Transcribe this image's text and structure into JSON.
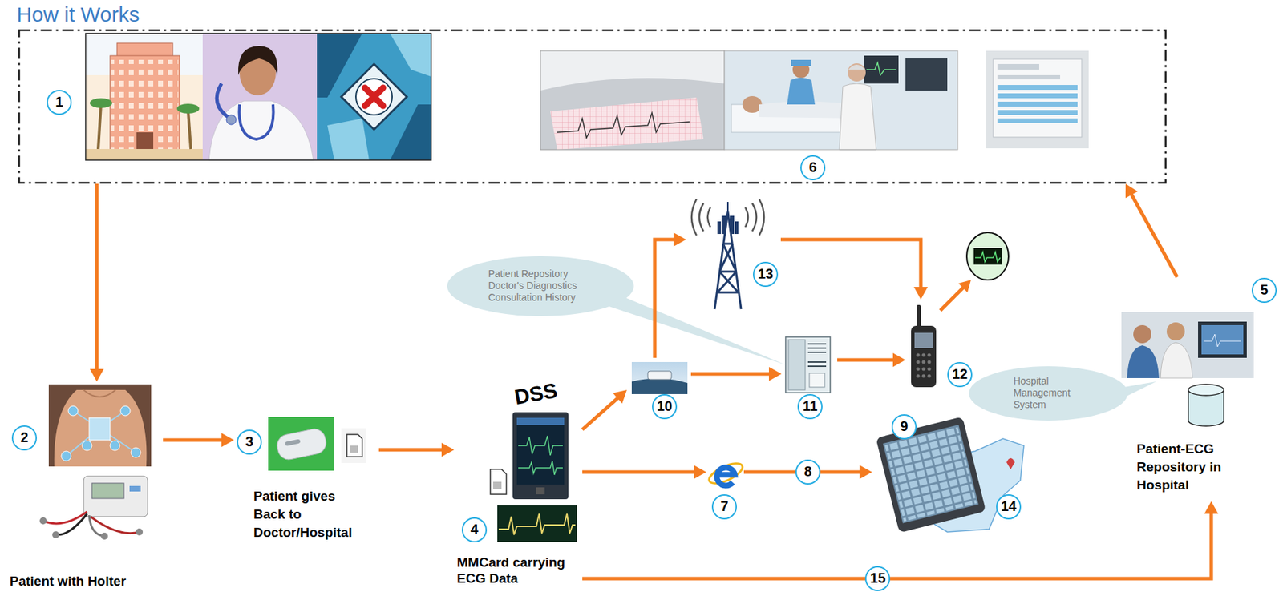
{
  "diagram": {
    "title": "How it Works",
    "nodes": [
      {
        "text": [
          "1",
          "6"
        ]
      },
      {
        "text": [
          "2",
          "Patient with Holter"
        ]
      },
      {
        "text": [
          "3",
          "Patient gives Back to Doctor/Hospital"
        ]
      },
      {
        "text": [
          "DSS",
          "4",
          "MMCard carrying ECG Data"
        ]
      },
      {
        "text": [
          "10"
        ]
      },
      {
        "text": [
          "Patient Repository Doctor's Diagnostics Consultation History"
        ]
      },
      {
        "text": [
          "13"
        ]
      },
      {
        "text": [
          "11"
        ]
      },
      {
        "text": [
          "12"
        ]
      },
      {
        "text": [
          "7"
        ]
      },
      {
        "text": [
          "9",
          "14"
        ]
      },
      {
        "text": [
          "Hospital Management System"
        ]
      },
      {
        "text": [
          "5",
          "Patient-ECG Repository in Hospital"
        ]
      }
    ],
    "edges": [
      {
        "from": 0,
        "to": 1,
        "arrow": "to"
      },
      {
        "from": 1,
        "to": 2,
        "arrow": "to"
      },
      {
        "from": 2,
        "to": 3,
        "arrow": "to"
      },
      {
        "from": 3,
        "to": 4,
        "arrow": "to"
      },
      {
        "from": 4,
        "to": 6,
        "arrow": "to"
      },
      {
        "from": 6,
        "to": 8,
        "arrow": "to"
      },
      {
        "from": 4,
        "to": 7,
        "arrow": "to"
      },
      {
        "from": 7,
        "to": 8,
        "arrow": "to"
      },
      {
        "from": 3,
        "to": 9,
        "arrow": "to"
      },
      {
        "from": 9,
        "to": 10,
        "label": "8",
        "arrow": "to"
      },
      {
        "from": 3,
        "to": 12,
        "label": "15",
        "arrow": "to"
      },
      {
        "from": 12,
        "to": 0,
        "arrow": "to"
      }
    ]
  }
}
